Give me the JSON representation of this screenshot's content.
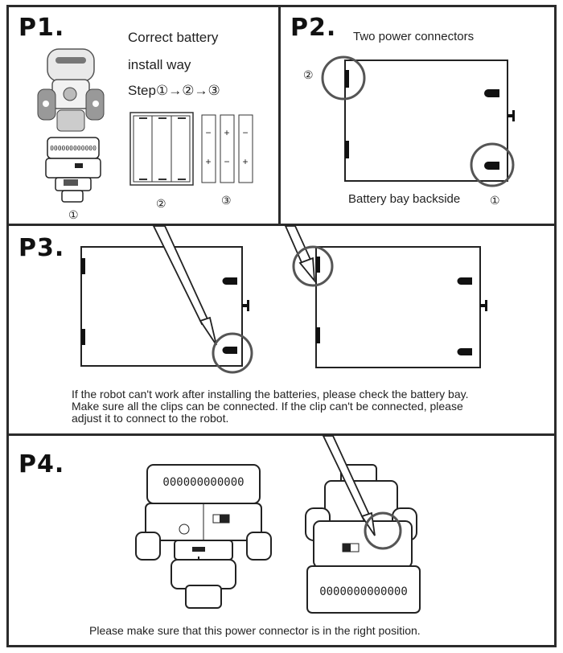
{
  "p1": {
    "title": "P1.",
    "line1": "Correct battery",
    "line2": "install way",
    "step": "Step①→②→③",
    "label_robot": "①",
    "label_bay": "②",
    "label_batteries": "③",
    "robot_vent_text": "000000000000"
  },
  "p2": {
    "title": "P2.",
    "heading": "Two power connectors",
    "caption": "Battery bay backside",
    "marker_top": "②",
    "marker_bottom": "①"
  },
  "p3": {
    "title": "P3.",
    "note_line1": "If the robot can't work after installing the batteries, please check the battery bay.",
    "note_line2": "Make sure all the clips can be connected. If the clip can't be connected, please",
    "note_line3": "adjust it to connect to the robot."
  },
  "p4": {
    "title": "P4.",
    "vent_text_top": "000000000000",
    "vent_text_bottom": "0000000000000",
    "footer": "Please make sure that this power connector is in the right position."
  },
  "colors": {
    "border": "#2b2b2b",
    "circle": "#555555",
    "ink": "#111111"
  }
}
